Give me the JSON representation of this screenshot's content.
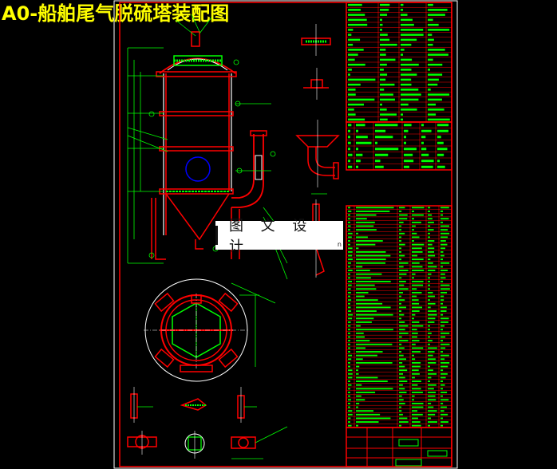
{
  "title": "A0-船舶尾气脱硫塔装配图",
  "watermark": {
    "text": "图 文 设 计",
    "suffix": "n"
  },
  "colors": {
    "background": "#000000",
    "frame": "#ff0000",
    "outline": "#ffffff",
    "dimension": "#00ff00",
    "title_text": "#ffff00",
    "highlight": "#0000ff"
  },
  "parts_table_rows": 60,
  "upper_table_rows": 24,
  "middle_table_rows": 8
}
